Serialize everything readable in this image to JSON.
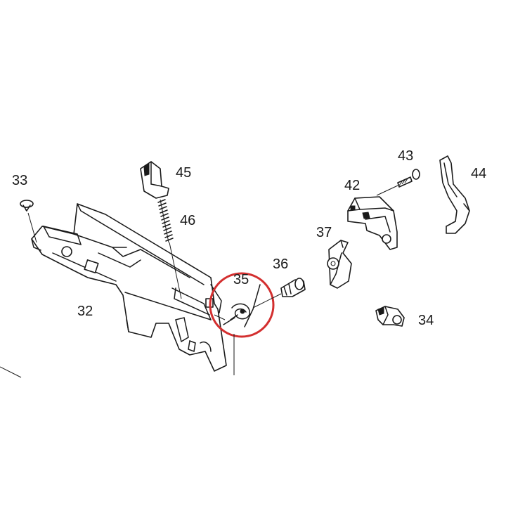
{
  "labels": {
    "p32": "32",
    "p33": "33",
    "p34": "34",
    "p35": "35",
    "p36": "36",
    "p37": "37",
    "p42": "42",
    "p43": "43",
    "p44": "44",
    "p45": "45",
    "p46": "46"
  },
  "highlight": {
    "circled_part": "35",
    "color": "#d32f2f"
  },
  "colors": {
    "line": "#1a1a1a",
    "background": "#ffffff"
  }
}
